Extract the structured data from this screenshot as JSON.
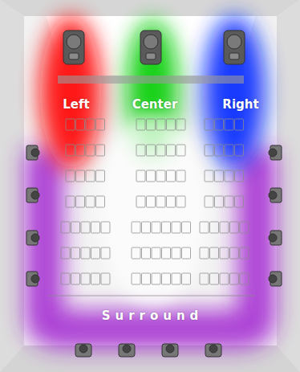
{
  "diagram": {
    "labels": [
      "Left",
      "Center",
      "Right",
      "Surround"
    ]
  }
}
